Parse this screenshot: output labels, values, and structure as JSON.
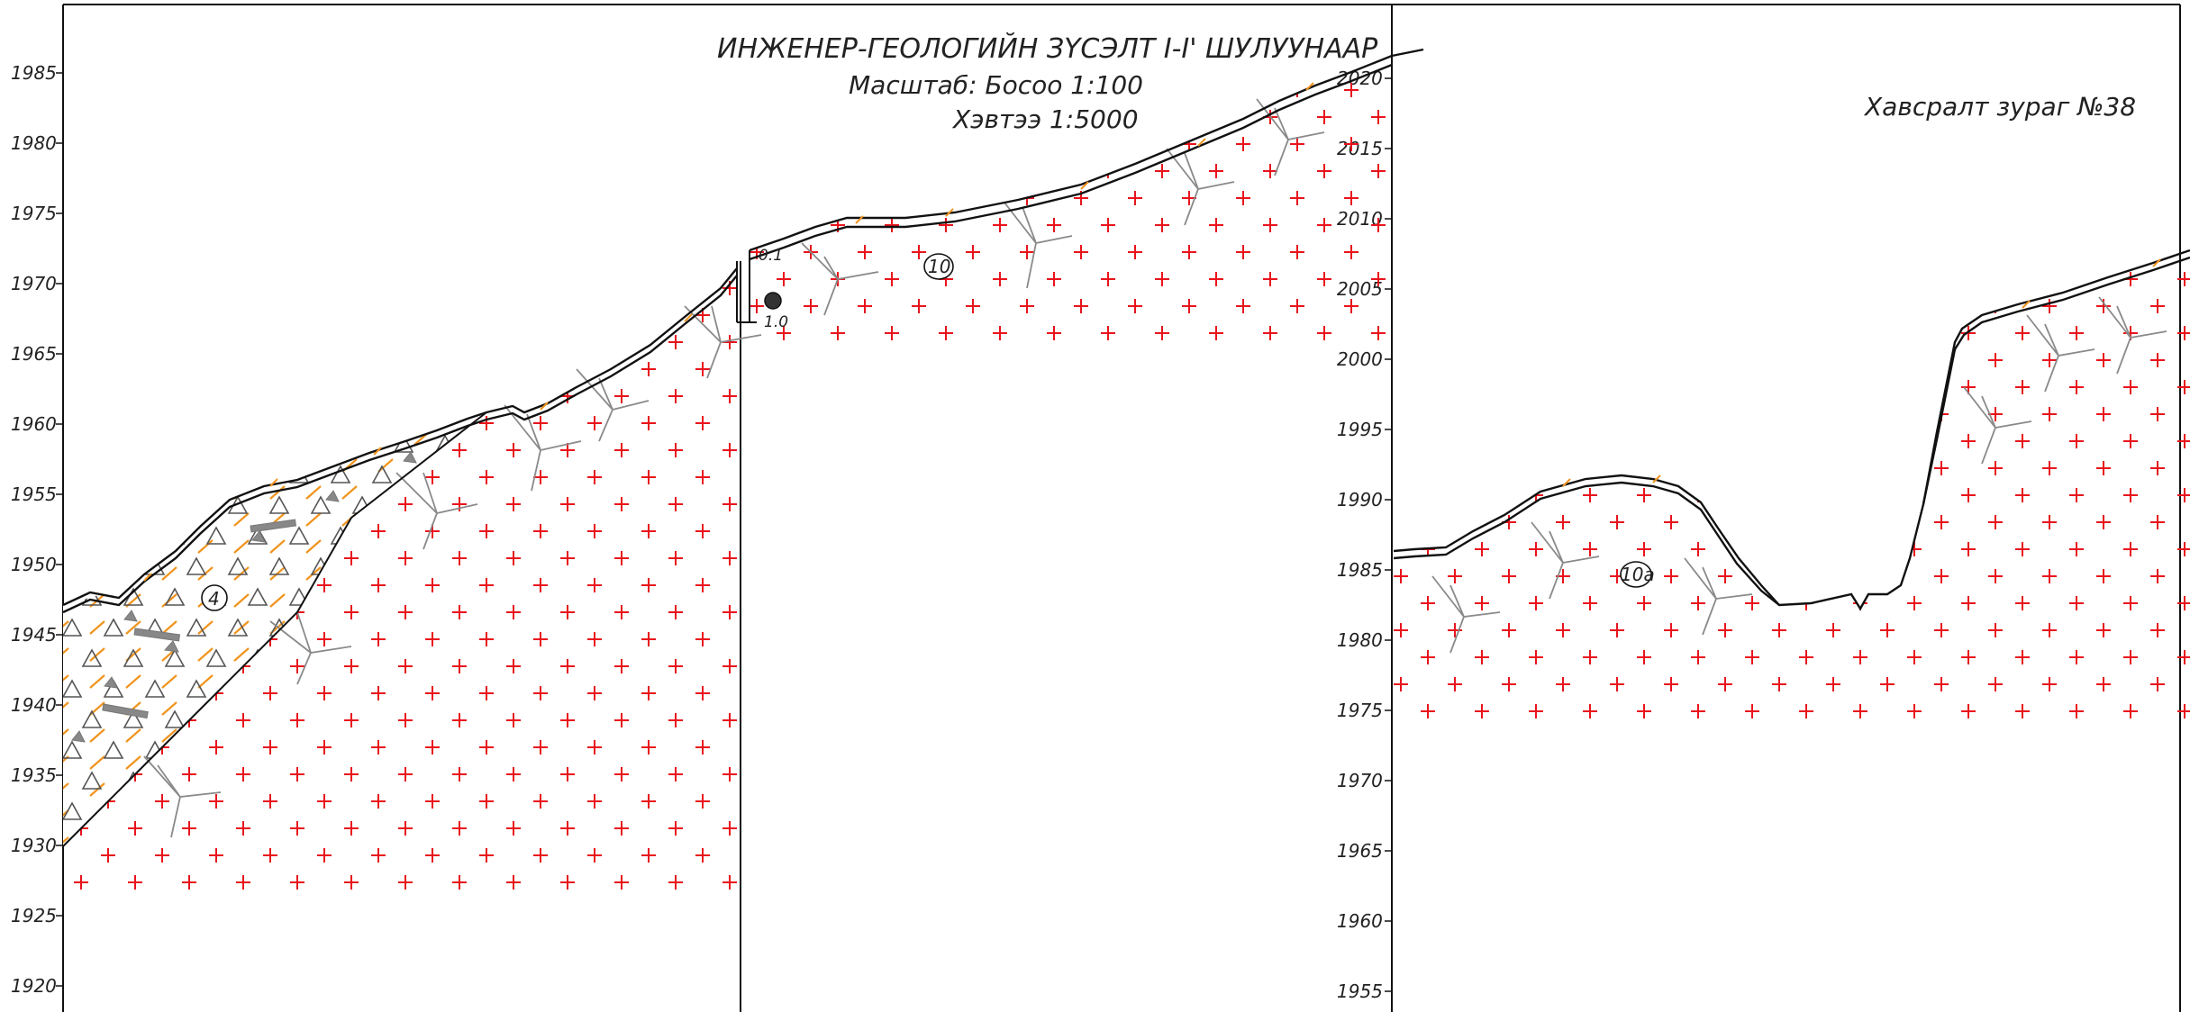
{
  "title": {
    "main": "ИНЖЕНЕР-ГЕОЛОГИЙН ЗҮСЭЛТ I-I' ШУЛУУНААР",
    "scale_label": "Масштаб: Босоо 1:100",
    "horizontal_label": "Хэвтээ 1:5000"
  },
  "attachment_label": "Хавсралт зураг №38",
  "left_axis": {
    "ticks": [
      "1985",
      "1980",
      "1975",
      "1970",
      "1965",
      "1960",
      "1955",
      "1950",
      "1945",
      "1940",
      "1935",
      "1930",
      "1925",
      "1920"
    ]
  },
  "middle_axis": {
    "ticks": [
      "2020",
      "2015",
      "2010",
      "2005",
      "2000",
      "1995",
      "1990",
      "1985",
      "1980",
      "1975",
      "1970",
      "1965",
      "1960",
      "1955"
    ]
  },
  "layers": {
    "layer_4": "4",
    "layer_10": "10",
    "layer_10a": "10a"
  },
  "borehole": {
    "top_depth": "0.1",
    "bottom_depth": "1.0"
  },
  "colors": {
    "line": "#111111",
    "granite_cross": "#e8141b",
    "weathered_hatch": "#f0941e",
    "rubble": "#888888",
    "vein": "#8a8a8a"
  }
}
